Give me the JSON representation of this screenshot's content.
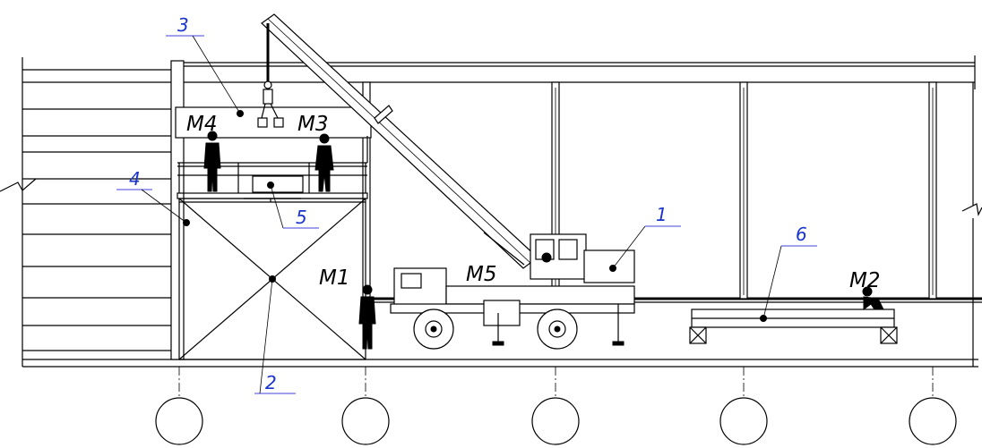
{
  "callouts": [
    {
      "id": "c1",
      "text": "1"
    },
    {
      "id": "c2",
      "text": "2"
    },
    {
      "id": "c3",
      "text": "3"
    },
    {
      "id": "c4",
      "text": "4"
    },
    {
      "id": "c5",
      "text": "5"
    },
    {
      "id": "c6",
      "text": "6"
    }
  ],
  "markers": [
    {
      "id": "m1",
      "text": "M1"
    },
    {
      "id": "m2",
      "text": "M2"
    },
    {
      "id": "m3",
      "text": "M3"
    },
    {
      "id": "m4",
      "text": "M4"
    },
    {
      "id": "m5",
      "text": "M5"
    }
  ]
}
